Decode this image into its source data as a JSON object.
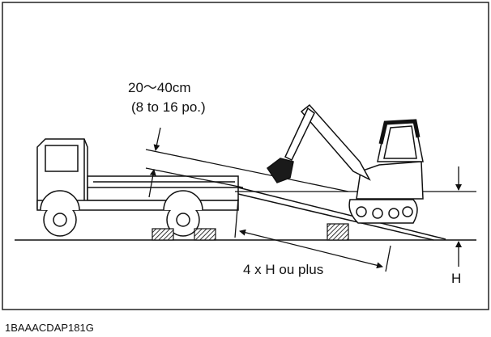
{
  "diagram": {
    "gap_range_label": "20～40cm",
    "gap_range_imperial": "(8 to 16 po.)",
    "ramp_length_label": "4 x H ou plus",
    "height_label": "H",
    "figure_code": "1BAAACDAP181G"
  },
  "colors": {
    "line": "#111111",
    "hatch_fill": "#555555",
    "background": "#ffffff"
  }
}
